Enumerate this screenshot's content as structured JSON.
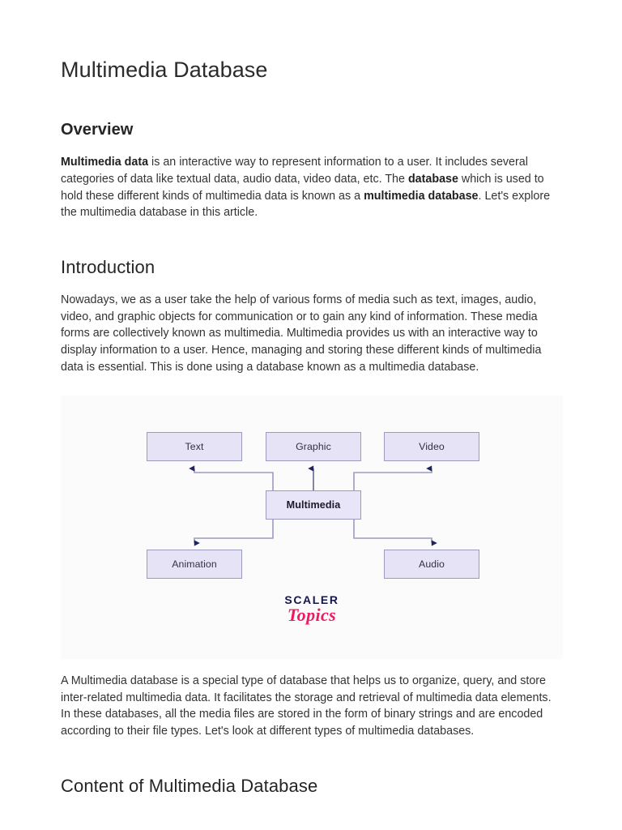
{
  "document": {
    "title": "Multimedia Database"
  },
  "sections": {
    "overview": {
      "heading": "Overview",
      "paragraph": {
        "part1_bold": "Multimedia data",
        "part2": " is an interactive way to represent information to a user. It includes several categories of data like textual data, audio data, video data, etc. The ",
        "part3_bold": "database",
        "part4": " which is used to hold these different kinds of multimedia data is known as a ",
        "part5_bold": "multimedia database",
        "part6": ". Let's explore the multimedia database in this article."
      }
    },
    "introduction": {
      "heading": "Introduction",
      "paragraph": "Nowadays, we as a user take the help of various forms of media such as text, images, audio, video, and graphic objects for communication or to gain any kind of information. These media forms are collectively known as multimedia. Multimedia provides us with an interactive way to display information to a user. Hence, managing and storing these different kinds of multimedia data is essential. This is done using a database known as a multimedia database.",
      "after_figure_paragraph": "A Multimedia database is a special type of database that helps us to organize, query, and store inter-related multimedia data. It facilitates the storage and retrieval of multimedia data elements. In these databases, all the media files are stored in the form of binary strings and are encoded according to their file types. Let's look at different types of multimedia databases."
    },
    "content": {
      "heading": "Content of Multimedia Database"
    }
  },
  "figure": {
    "nodes": {
      "text": "Text",
      "graphic": "Graphic",
      "video": "Video",
      "center": "Multimedia",
      "animation": "Animation",
      "audio": "Audio"
    },
    "logo": {
      "primary": "SCALER",
      "secondary": "Topics"
    },
    "colors": {
      "node_fill": "#e7e3f7",
      "node_border": "#9b9bc0",
      "connector": "#9b9bc0",
      "arrowhead": "#23235c",
      "logo_primary": "#16164a",
      "logo_secondary": "#ee1a63",
      "figure_background": "#fbfbfb"
    }
  }
}
